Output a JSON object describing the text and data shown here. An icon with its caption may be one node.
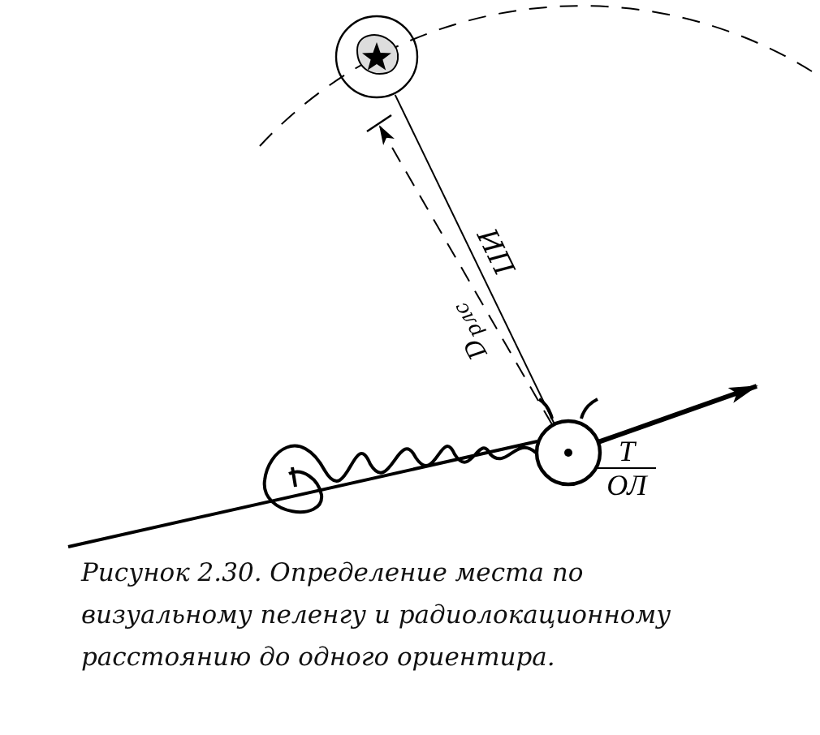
{
  "diagram": {
    "caption": "Рисунок 2.30. Определение места по визуальному пеленгу и радиолокационному расстоянию до одного ориентира.",
    "nodes": [
      {
        "text": [],
        "shape": "circle"
      },
      {
        "text": [],
        "shape": "circle"
      },
      {
        "text": [],
        "shape": "bar"
      }
    ],
    "edges": [
      {
        "from": 1,
        "to": 0,
        "arrow": "none",
        "label": "ИП"
      },
      {
        "from": 1,
        "to": 2,
        "arrow": "to",
        "style": "dashed",
        "label": "D$_{рлс}$"
      },
      {
        "from": 1,
        "to": null,
        "arrow": "to",
        "style": "thick"
      }
    ],
    "labels": [
      "T",
      "ОЛ"
    ]
  }
}
